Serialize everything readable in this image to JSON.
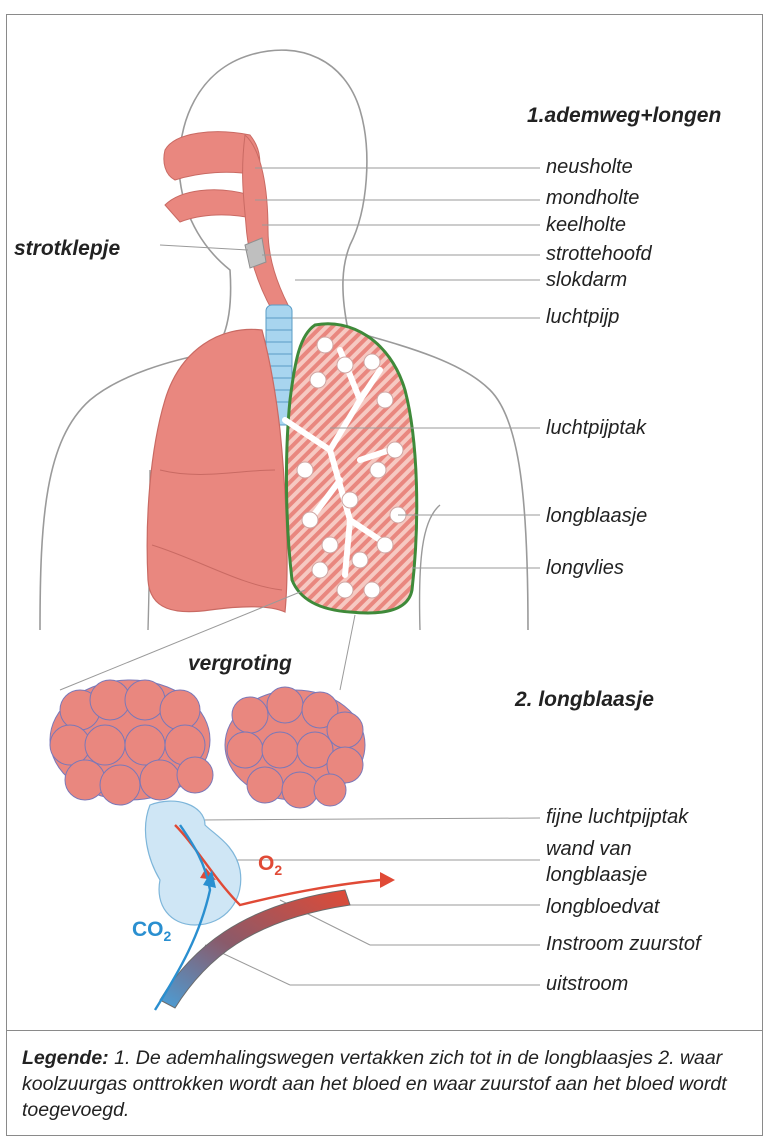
{
  "titles": {
    "section1": "1.ademweg+longen",
    "section2": "2. longblaasje",
    "strotklepje": "strotklepje",
    "vergroting": "vergroting"
  },
  "labels": [
    "neusholte",
    "mondholte",
    "keelholte",
    "strottehoofd",
    "slokdarm",
    "luchtpijp",
    "luchtpijptak",
    "longblaasje",
    "longvlies",
    "fijne luchtpijptak",
    "wand van",
    "longblaasje",
    "longbloedvat",
    "Instroom zuurstof",
    "uitstroom"
  ],
  "gases": {
    "o2": "O",
    "o2_sub": "2",
    "co2": "CO",
    "co2_sub": "2"
  },
  "legend": {
    "heading": "Legende:",
    "text": " 1. De ademhalingswegen vertakken zich tot in de longblaasjes 2. waar koolzuurgas onttrokken wordt aan het bloed en waar zuurstof aan het bloed wordt toegevoegd."
  },
  "colors": {
    "lung": "#e9877f",
    "oxygen_arrow": "#e04a36",
    "co2_arrow": "#2a8fd0",
    "pleura": "#3f8a3a",
    "alveolus_sac": "#cfe6f5"
  }
}
